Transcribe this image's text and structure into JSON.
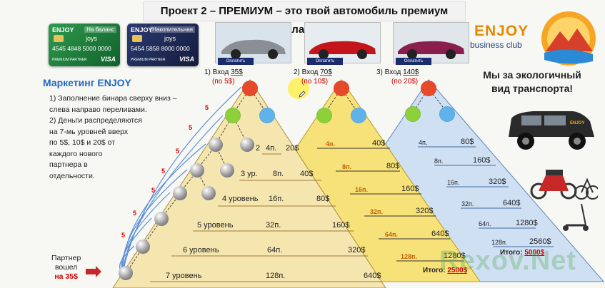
{
  "title": "Проект 2 – ПРЕМИУМ – это твой автомобиль премиум класса",
  "cards": [
    {
      "brand": "ENJOY",
      "label": "На баланс",
      "name": "joys",
      "number": "4545 4848 5000 0000",
      "small": "PREMIUM PARTNER",
      "visa": "VISA",
      "color": "#1b7c3a"
    },
    {
      "brand": "ENJOY",
      "label": "Накопительная",
      "name": "joys",
      "number": "5454 5858 8000 0000",
      "small": "PREMIUM PARTNER",
      "visa": "VISA",
      "color": "#1d2a55"
    }
  ],
  "pay_label": "Оплатить",
  "entries": [
    {
      "label": "1) Вход",
      "amount": "35$",
      "sub": "(по 5$)"
    },
    {
      "label": "2) Вход",
      "amount": "70$",
      "sub": "(по 10$)"
    },
    {
      "label": "3) Вход",
      "amount": "140$",
      "sub": "(по 20$)"
    }
  ],
  "logo": {
    "name": "ENJOY",
    "sub": "business club"
  },
  "eco_line1": "Мы за экологичный",
  "eco_line2": "вид транспорта!",
  "suv_badge": "ENJOY",
  "marketing": {
    "title": "Маркетинг ENJOY",
    "lines": [
      "1) Заполнение бинара сверху вниз –",
      "слева направо переливами.",
      "2) Деньги распределяются",
      "на 7-мь уровней вверх",
      "по 5$, 10$ и 20$ от",
      "каждого нового",
      "партнера в",
      "отдельности."
    ]
  },
  "partner": [
    "Партнер",
    "вошел",
    "на 35$"
  ],
  "five": "5",
  "p1_rows": [
    {
      "level": "2",
      "count": "4п.",
      "amount": "20$"
    },
    {
      "level": "3 ур.",
      "count": "8п.",
      "amount": "40$"
    },
    {
      "level": "4 уровень",
      "count": "16п.",
      "amount": "80$"
    },
    {
      "level": "5 уровень",
      "count": "32п.",
      "amount": "160$"
    },
    {
      "level": "6 уровень",
      "count": "64п.",
      "amount": "320$"
    },
    {
      "level": "7 уровень",
      "count": "128п.",
      "amount": "640$"
    }
  ],
  "p2_rows": [
    {
      "count": "4п.",
      "amount": "40$"
    },
    {
      "count": "8п.",
      "amount": "80$"
    },
    {
      "count": "16п.",
      "amount": "160$"
    },
    {
      "count": "32п.",
      "amount": "320$"
    },
    {
      "count": "64п.",
      "amount": "640$"
    },
    {
      "count": "128п.",
      "amount": "1280$"
    }
  ],
  "p3_rows": [
    {
      "count": "4п.",
      "amount": "80$"
    },
    {
      "count": "8п.",
      "amount": "160$"
    },
    {
      "count": "16п.",
      "amount": "320$"
    },
    {
      "count": "32п.",
      "amount": "640$"
    },
    {
      "count": "64п.",
      "amount": "1280$"
    },
    {
      "count": "128п.",
      "amount": "2560$"
    }
  ],
  "p2_total": {
    "label": "Итого:",
    "value": "2500$"
  },
  "p3_total": {
    "label": "Итого:",
    "value": "5000$"
  },
  "watermark": "Rexov.Net",
  "colors": {
    "p1": "#f5e6b0",
    "p2": "#f7e27a",
    "p3": "#cfe0f3",
    "accent": "#2368c4"
  }
}
